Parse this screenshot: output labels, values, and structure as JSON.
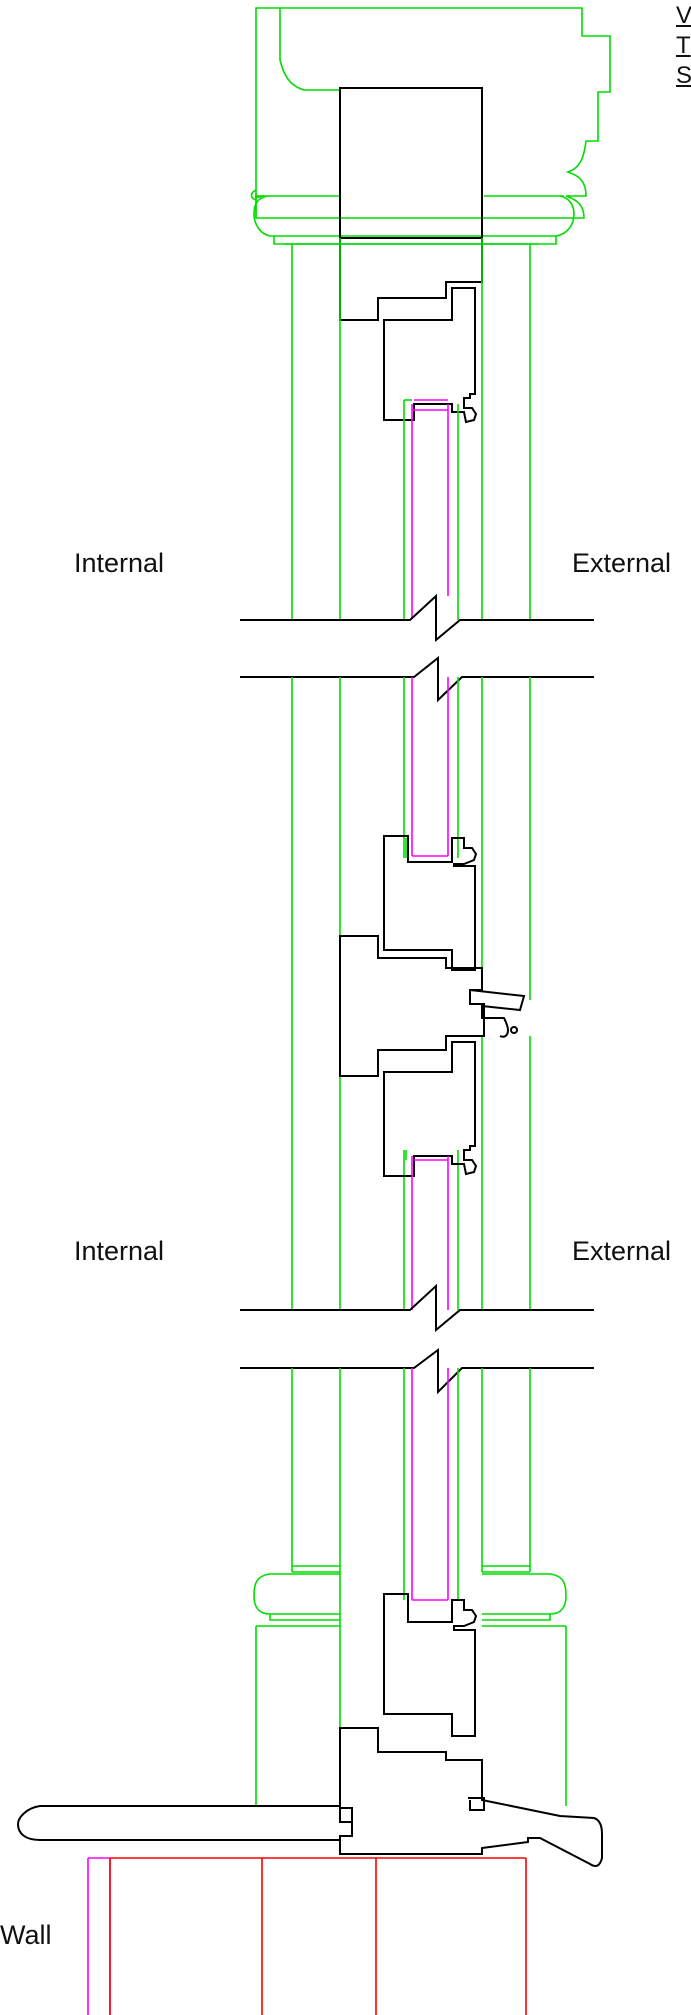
{
  "labels": {
    "internal_top": "Internal",
    "external_top": "External",
    "internal_mid": "Internal",
    "external_mid": "External",
    "wall": "Wall"
  },
  "header_fragment": [
    "V",
    "T",
    "S"
  ],
  "colors": {
    "outline": "#00dd00",
    "glass": "#ff00ff",
    "frame": "#000000",
    "wall": "#ff0000",
    "background": "#ffffff"
  }
}
